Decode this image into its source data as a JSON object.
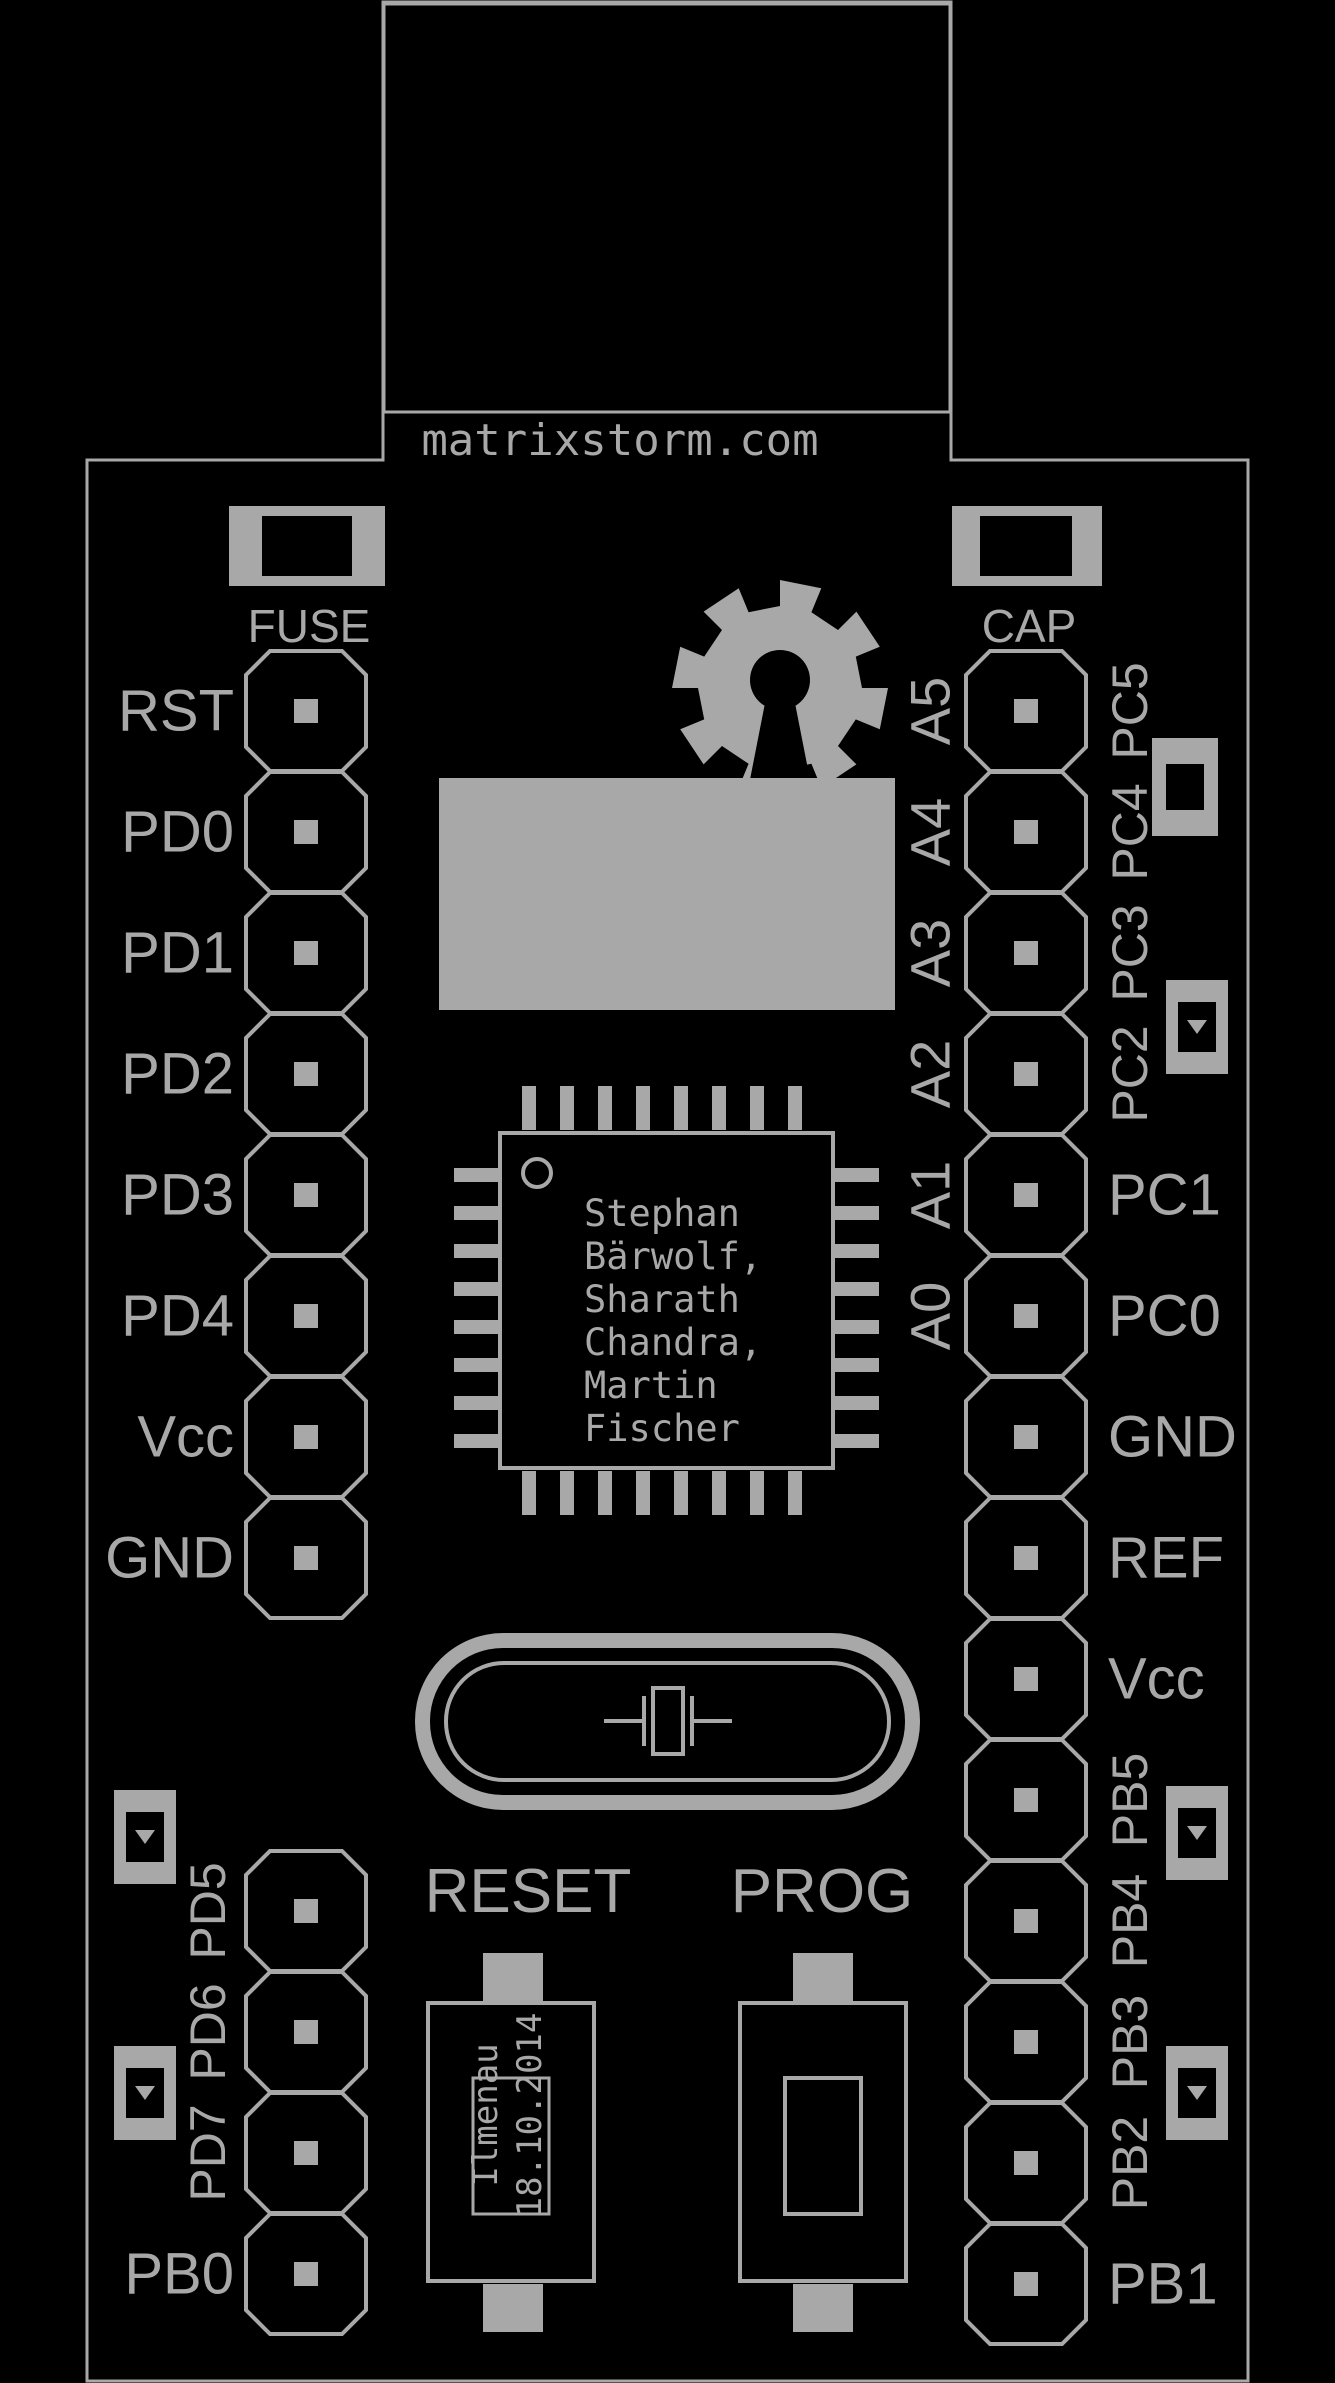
{
  "website": "matrixstorm.com",
  "components": {
    "fuse": "FUSE",
    "cap": "CAP",
    "reset": "RESET",
    "prog": "PROG"
  },
  "left_header_top": [
    {
      "label": "RST"
    },
    {
      "label": "PD0"
    },
    {
      "label": "PD1"
    },
    {
      "label": "PD2"
    },
    {
      "label": "PD3"
    },
    {
      "label": "PD4"
    },
    {
      "label": "Vcc"
    },
    {
      "label": "GND"
    }
  ],
  "left_header_bottom": [
    {
      "label": "PD5",
      "rotated": true
    },
    {
      "label": "PD6",
      "rotated": true
    },
    {
      "label": "PD7",
      "rotated": true
    },
    {
      "label": "PB0",
      "rotated": false
    }
  ],
  "right_header": [
    {
      "label": "PC5",
      "analog": "A5",
      "rotated": true
    },
    {
      "label": "PC4",
      "analog": "A4",
      "rotated": true
    },
    {
      "label": "PC3",
      "analog": "A3",
      "rotated": true
    },
    {
      "label": "PC2",
      "analog": "A2",
      "rotated": true
    },
    {
      "label": "PC1",
      "analog": "A1",
      "rotated": false
    },
    {
      "label": "PC0",
      "analog": "A0",
      "rotated": false
    },
    {
      "label": "GND",
      "analog": "",
      "rotated": false
    },
    {
      "label": "REF",
      "analog": "",
      "rotated": false
    },
    {
      "label": "Vcc",
      "analog": "",
      "rotated": false
    },
    {
      "label": "PB5",
      "analog": "",
      "rotated": true
    },
    {
      "label": "PB4",
      "analog": "",
      "rotated": true
    },
    {
      "label": "PB3",
      "analog": "",
      "rotated": true
    },
    {
      "label": "PB2",
      "analog": "",
      "rotated": true
    },
    {
      "label": "PB1",
      "analog": "",
      "rotated": false
    }
  ],
  "chip_credits": [
    "Stephan",
    "Bärwolf,",
    "Sharath",
    "Chandra,",
    "Martin",
    "Fischer"
  ],
  "reset_switch_text": [
    "Ilmenau",
    "18.10.2014"
  ],
  "colors": {
    "background": "#000000",
    "silkscreen": "#a8a8a8"
  },
  "icons": [
    "open-hardware-gear-icon",
    "crystal-icon",
    "led-icon"
  ]
}
